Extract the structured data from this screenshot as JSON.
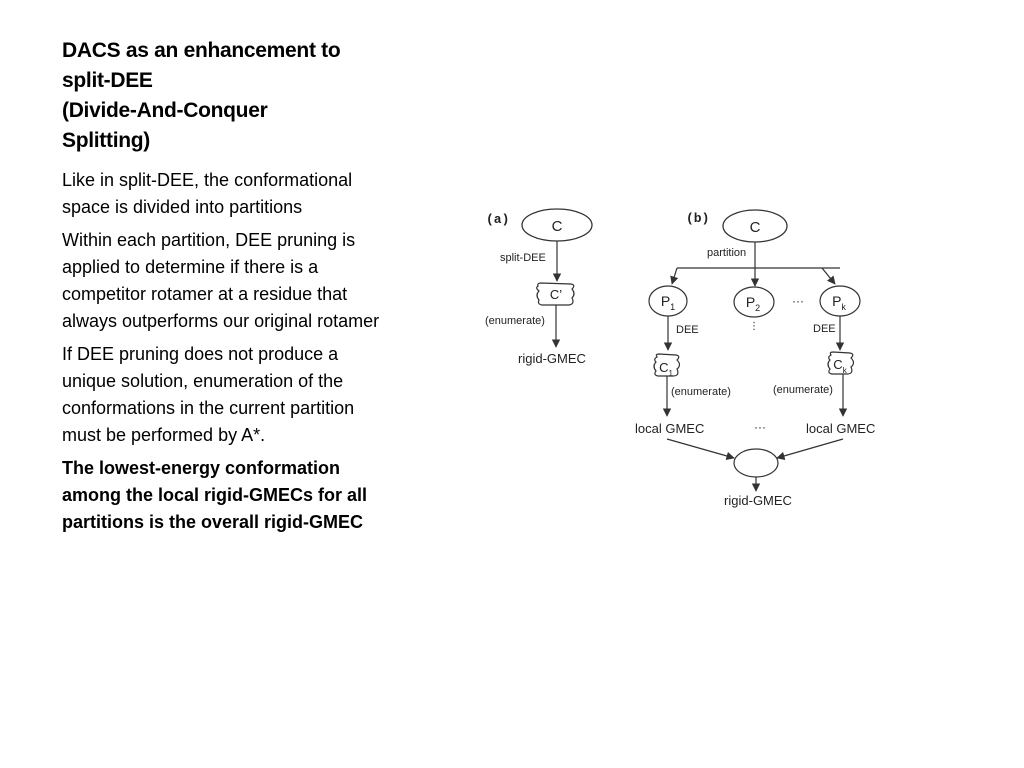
{
  "slide": {
    "title_lines": [
      "DACS as an enhancement to",
      "split-DEE",
      "(Divide-And-Conquer",
      "Splitting)"
    ],
    "paragraphs": [
      "Like in split-DEE, the conformational space is divided into partitions",
      "Within each partition, DEE pruning is applied to determine if there is a competitor rotamer at a residue that always outperforms our original rotamer",
      "If DEE pruning does not produce a unique solution, enumeration of the conformations in the current partition must be performed by A*.",
      "The lowest-energy conformation among the local rigid-GMECs for all partitions is the overall rigid-GMEC"
    ]
  },
  "diagram": {
    "a": {
      "label": "(a)",
      "top_node": "C",
      "split_label": "split-DEE",
      "mid_node": "C’",
      "enum_label": "(enumerate)",
      "result": "rigid-GMEC"
    },
    "b": {
      "label": "(b)",
      "top_node": "C",
      "partition_label": "partition",
      "p_base": "P",
      "p1_sub": "1",
      "p2_sub": "2",
      "pk_sub": "k",
      "ellipsis": "···",
      "dee_label": "DEE",
      "c_base": "C",
      "c1_sub": "1",
      "ck_sub": "k",
      "enum_label": "(enumerate)",
      "local_gmec": "local GMEC",
      "result": "rigid-GMEC"
    }
  }
}
